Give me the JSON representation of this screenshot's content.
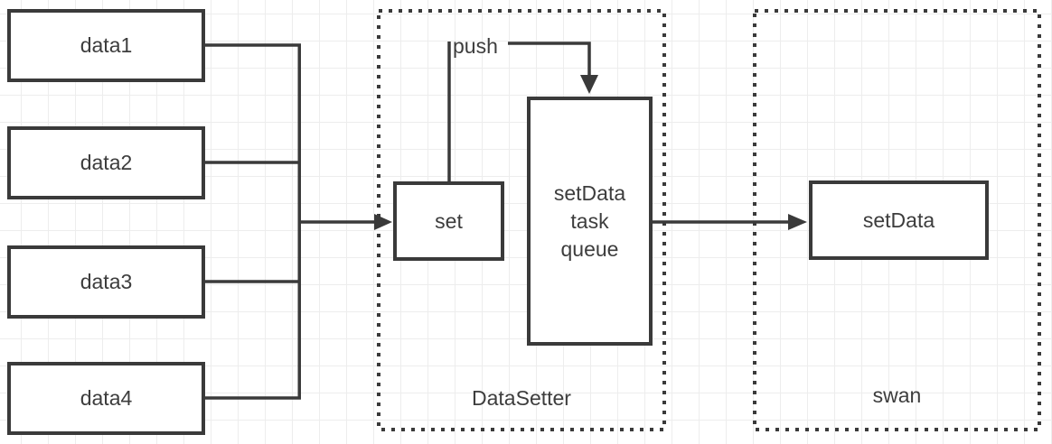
{
  "diagram": {
    "nodes": {
      "data1": "data1",
      "data2": "data2",
      "data3": "data3",
      "data4": "data4",
      "set": "set",
      "task_queue": {
        "line1": "setData",
        "line2": "task",
        "line3": "queue"
      },
      "setdata": "setData"
    },
    "containers": {
      "datasetter": "DataSetter",
      "swan": "swan"
    },
    "edge_labels": {
      "push": "push"
    },
    "colors": {
      "line": "#3a3a3a",
      "text": "#3d3d3d",
      "grid": "#ededed",
      "background": "#ffffff"
    }
  }
}
